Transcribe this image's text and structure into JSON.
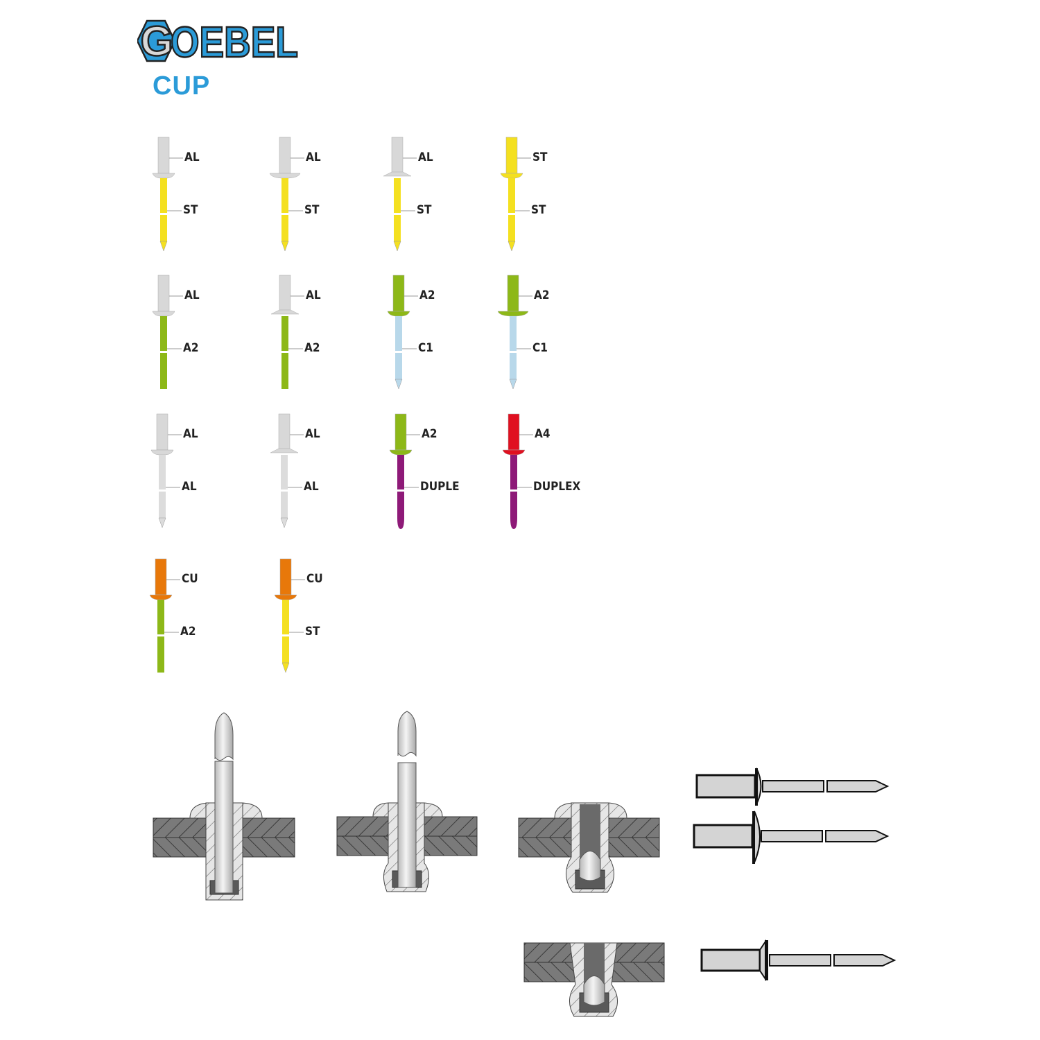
{
  "brand": {
    "name": "GOEBEL",
    "accent": "#2b9bd8",
    "logo_fill": "#2b9bd8"
  },
  "subtitle": "CUP",
  "rivets": [
    {
      "body": "AL",
      "mandrel": "ST",
      "body_color": "#d8d8d8",
      "mandrel_color": "#f4e020",
      "head": "dome",
      "tip": "point"
    },
    {
      "body": "AL",
      "mandrel": "ST",
      "body_color": "#d8d8d8",
      "mandrel_color": "#f4e020",
      "head": "large-flange",
      "tip": "point"
    },
    {
      "body": "AL",
      "mandrel": "ST",
      "body_color": "#d8d8d8",
      "mandrel_color": "#f4e020",
      "head": "countersunk",
      "tip": "point"
    },
    {
      "body": "ST",
      "mandrel": "ST",
      "body_color": "#f4e020",
      "mandrel_color": "#f4e020",
      "head": "dome",
      "tip": "point"
    },
    {
      "body": "AL",
      "mandrel": "A2",
      "body_color": "#d8d8d8",
      "mandrel_color": "#8db818",
      "head": "dome",
      "tip": "flat"
    },
    {
      "body": "AL",
      "mandrel": "A2",
      "body_color": "#d8d8d8",
      "mandrel_color": "#8db818",
      "head": "countersunk",
      "tip": "flat"
    },
    {
      "body": "A2",
      "mandrel": "C1",
      "body_color": "#8db818",
      "mandrel_color": "#b8d8ea",
      "head": "dome",
      "tip": "point"
    },
    {
      "body": "A2",
      "mandrel": "C1",
      "body_color": "#8db818",
      "mandrel_color": "#b8d8ea",
      "head": "large-flange",
      "tip": "point"
    },
    {
      "body": "AL",
      "mandrel": "AL",
      "body_color": "#d8d8d8",
      "mandrel_color": "#dcdcdc",
      "head": "dome",
      "tip": "point"
    },
    {
      "body": "AL",
      "mandrel": "AL",
      "body_color": "#d8d8d8",
      "mandrel_color": "#dcdcdc",
      "head": "countersunk",
      "tip": "point"
    },
    {
      "body": "A2",
      "mandrel": "DUPLE",
      "body_color": "#8db818",
      "mandrel_color": "#8e1a78",
      "head": "dome",
      "tip": "round"
    },
    {
      "body": "A4",
      "mandrel": "DUPLEX",
      "body_color": "#e01020",
      "mandrel_color": "#8e1a78",
      "head": "dome",
      "tip": "round"
    },
    {
      "body": "CU",
      "mandrel": "A2",
      "body_color": "#e8780a",
      "mandrel_color": "#8db818",
      "head": "dome",
      "tip": "flat"
    },
    {
      "body": "CU",
      "mandrel": "ST",
      "body_color": "#e8780a",
      "mandrel_color": "#f4e020",
      "head": "dome",
      "tip": "point"
    }
  ],
  "diagrams": {
    "cross_sections": [
      "dome-head-installed-with-mandrel",
      "dome-head-installed-bulged",
      "dome-head-set",
      "countersunk-set"
    ],
    "side_views": [
      "dome-head-rivet",
      "large-flange-rivet",
      "countersunk-rivet"
    ]
  }
}
